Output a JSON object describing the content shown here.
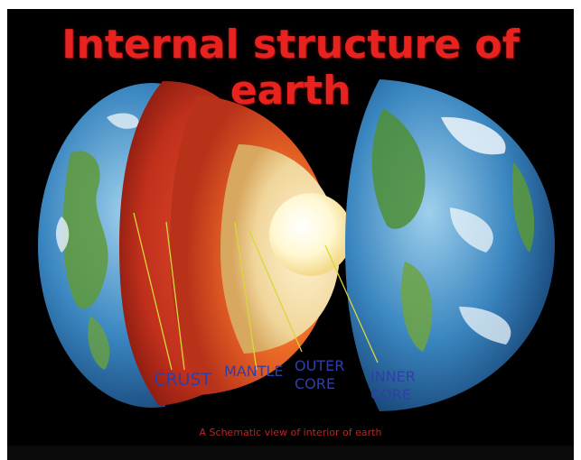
{
  "title": "Internal structure of earth",
  "labels": {
    "crust": "CRUST",
    "mantle": "MANTLE",
    "outer_core_line1": "OUTER",
    "outer_core_line2": "CORE",
    "inner_core_line1": "INNER",
    "inner_core_line2": "CORE"
  },
  "caption": "A Schematic view of interior of earth",
  "colors": {
    "background": "#000000",
    "title": "#e8231f",
    "label_text": "#2f3fa8",
    "pointer_line": "#d8d838",
    "caption": "#c0241e",
    "crust": "#c8321e",
    "mantle": "#e8702a",
    "outer_core": "#f2dca6",
    "inner_core": "#fff6c8"
  }
}
